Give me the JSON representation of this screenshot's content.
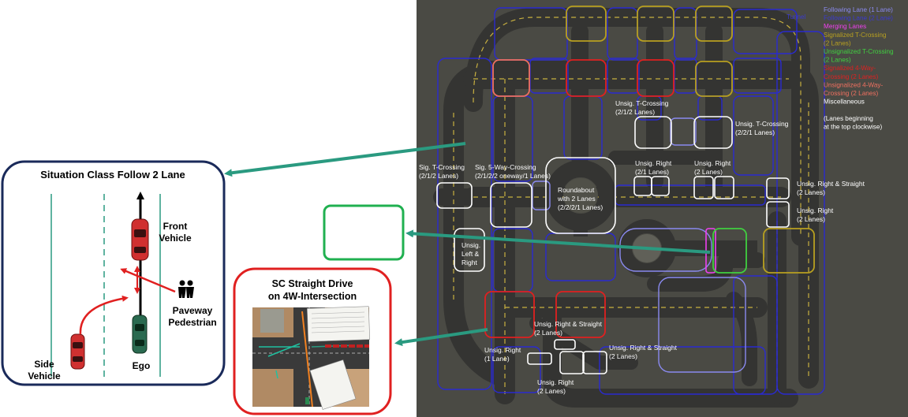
{
  "follow_panel": {
    "title": "Situation Class Follow 2 Lane",
    "front_vehicle": [
      "Front",
      "Vehicle"
    ],
    "pedestrian": [
      "Paveway",
      "Pedestrian"
    ],
    "side_vehicle": [
      "Side",
      "Vehicle"
    ],
    "ego": "Ego"
  },
  "straight_panel": {
    "title": [
      "SC Straight Drive",
      "on 4W-Intersection"
    ]
  },
  "map": {
    "tunnel": "Tunnel",
    "legend": [
      {
        "text": "Following Lane (1 Lane)",
        "color": "#8a8af0"
      },
      {
        "text": "Following Lane (2 Lane)",
        "color": "#3a3ad0"
      },
      {
        "text": "Merging Lanes",
        "color": "#f040f0"
      },
      {
        "text": "Signalized T-Crossing",
        "color": "#b8a020"
      },
      {
        "text": "(2 Lanes)",
        "color": "#b8a020"
      },
      {
        "text": "Unsignalized T-Crossing",
        "color": "#40d040"
      },
      {
        "text": "(2 Lanes)",
        "color": "#40d040"
      },
      {
        "text": "Signalized 4-Way-",
        "color": "#e02020"
      },
      {
        "text": "Crossing (2 Lanes)",
        "color": "#e02020"
      },
      {
        "text": "Unsignalized 4-Way-",
        "color": "#f07060"
      },
      {
        "text": "Crossing (2 Lanes)",
        "color": "#f07060"
      },
      {
        "text": "Miscellaneous",
        "color": "#ffffff"
      },
      {
        "text": "",
        "color": "#ffffff"
      },
      {
        "text": "(Lanes beginning",
        "color": "#ffffff"
      },
      {
        "text": "at the top clockwise)",
        "color": "#ffffff"
      }
    ],
    "labels": {
      "unsig_t_212": [
        "Unsig. T-Crossing",
        "(2/1/2 Lanes)"
      ],
      "unsig_t_221": [
        "Unsig. T-Crossing",
        "(2/2/1 Lanes)"
      ],
      "sig_t_212": [
        "Sig. T-Crossing",
        "(2/1/2 Lanes)"
      ],
      "sig_5way": [
        "Sig. 5-Way-Crossing",
        "(2/1/2/2 oneway/1 Lanes)"
      ],
      "roundabout": [
        "Roundabout",
        "with 2 Lanes",
        "(2/2/2/1 Lanes)"
      ],
      "unsig_right_21": [
        "Unsig. Right",
        "(2/1 Lanes)"
      ],
      "unsig_right_2a": [
        "Unsig. Right",
        "(2 Lanes)"
      ],
      "unsig_rs_2a": [
        "Unsig. Right & Straight",
        "(2 Lanes)"
      ],
      "unsig_right_2b": [
        "Unsig. Right",
        "(2 Lanes)"
      ],
      "unsig_left_right": [
        "Unsig.",
        "Left &",
        "Right"
      ],
      "unsig_rs_2b": [
        "Unsig. Right & Straight",
        "(2 Lanes)"
      ],
      "unsig_right_1": [
        "Unsig. Right",
        "(1 Lane)"
      ],
      "unsig_rs_2c": [
        "Unsig. Right & Straight",
        "(2 Lanes)"
      ],
      "unsig_right_2c": [
        "Unsig. Right",
        "(2 Lanes)"
      ]
    }
  },
  "colors": {
    "map_bg": "#4a4a44",
    "road": "#343432",
    "panel_border": "#1a2a5a",
    "straight_border": "#e02020",
    "green_box": "#20b050",
    "arrow": "#2a9a80",
    "car_red": "#d03030",
    "car_green": "#2a6a50",
    "pedestrian_arrow": "#e02020"
  }
}
